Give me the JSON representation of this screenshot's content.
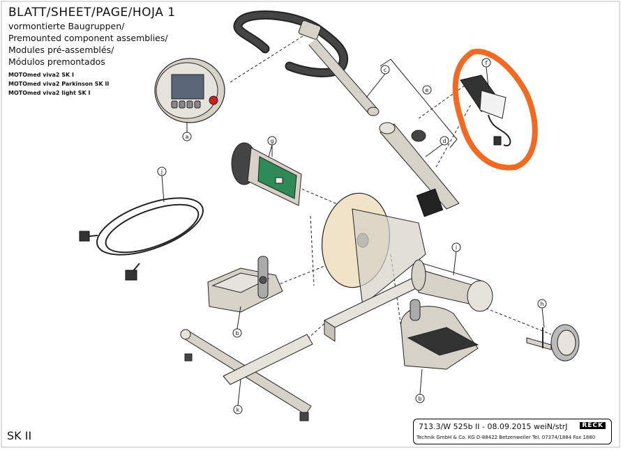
{
  "header": {
    "title": "BLATT/SHEET/PAGE/HOJA 1",
    "lines": [
      "vormontierte Baugruppen/",
      "Premounted component assemblies/",
      "Modules pré-assemblés/",
      "Módulos premontados"
    ],
    "models": [
      "MOTOmed viva2 SK I",
      "MOTOmed viva2 Parkinson SK II",
      "MOTOmed viva2 light SK I"
    ]
  },
  "sheet_code": "SK II",
  "title_block": {
    "line1": "713.3/W 525b II - 08.09.2015 weiN/strJ",
    "logo": "RECK",
    "line2": "Technik GmbH & Co. KG D-88422 Betzenweiler Tel. 07374/1884 Fax 1880"
  },
  "callouts": [
    {
      "id": "a",
      "label": "a"
    },
    {
      "id": "b1",
      "label": "b"
    },
    {
      "id": "b2",
      "label": "b"
    },
    {
      "id": "c",
      "label": "c"
    },
    {
      "id": "d",
      "label": "d"
    },
    {
      "id": "e",
      "label": "e"
    },
    {
      "id": "f",
      "label": "f"
    },
    {
      "id": "g",
      "label": "g"
    },
    {
      "id": "h",
      "label": "h"
    },
    {
      "id": "i",
      "label": "i"
    },
    {
      "id": "j",
      "label": "j"
    },
    {
      "id": "k",
      "label": "k"
    }
  ],
  "colors": {
    "highlight": "#f26a21",
    "disc": "#f1e3c8",
    "board": "#2e8b57",
    "metal": "#d6d2c8",
    "red_button": "#cc2020"
  }
}
